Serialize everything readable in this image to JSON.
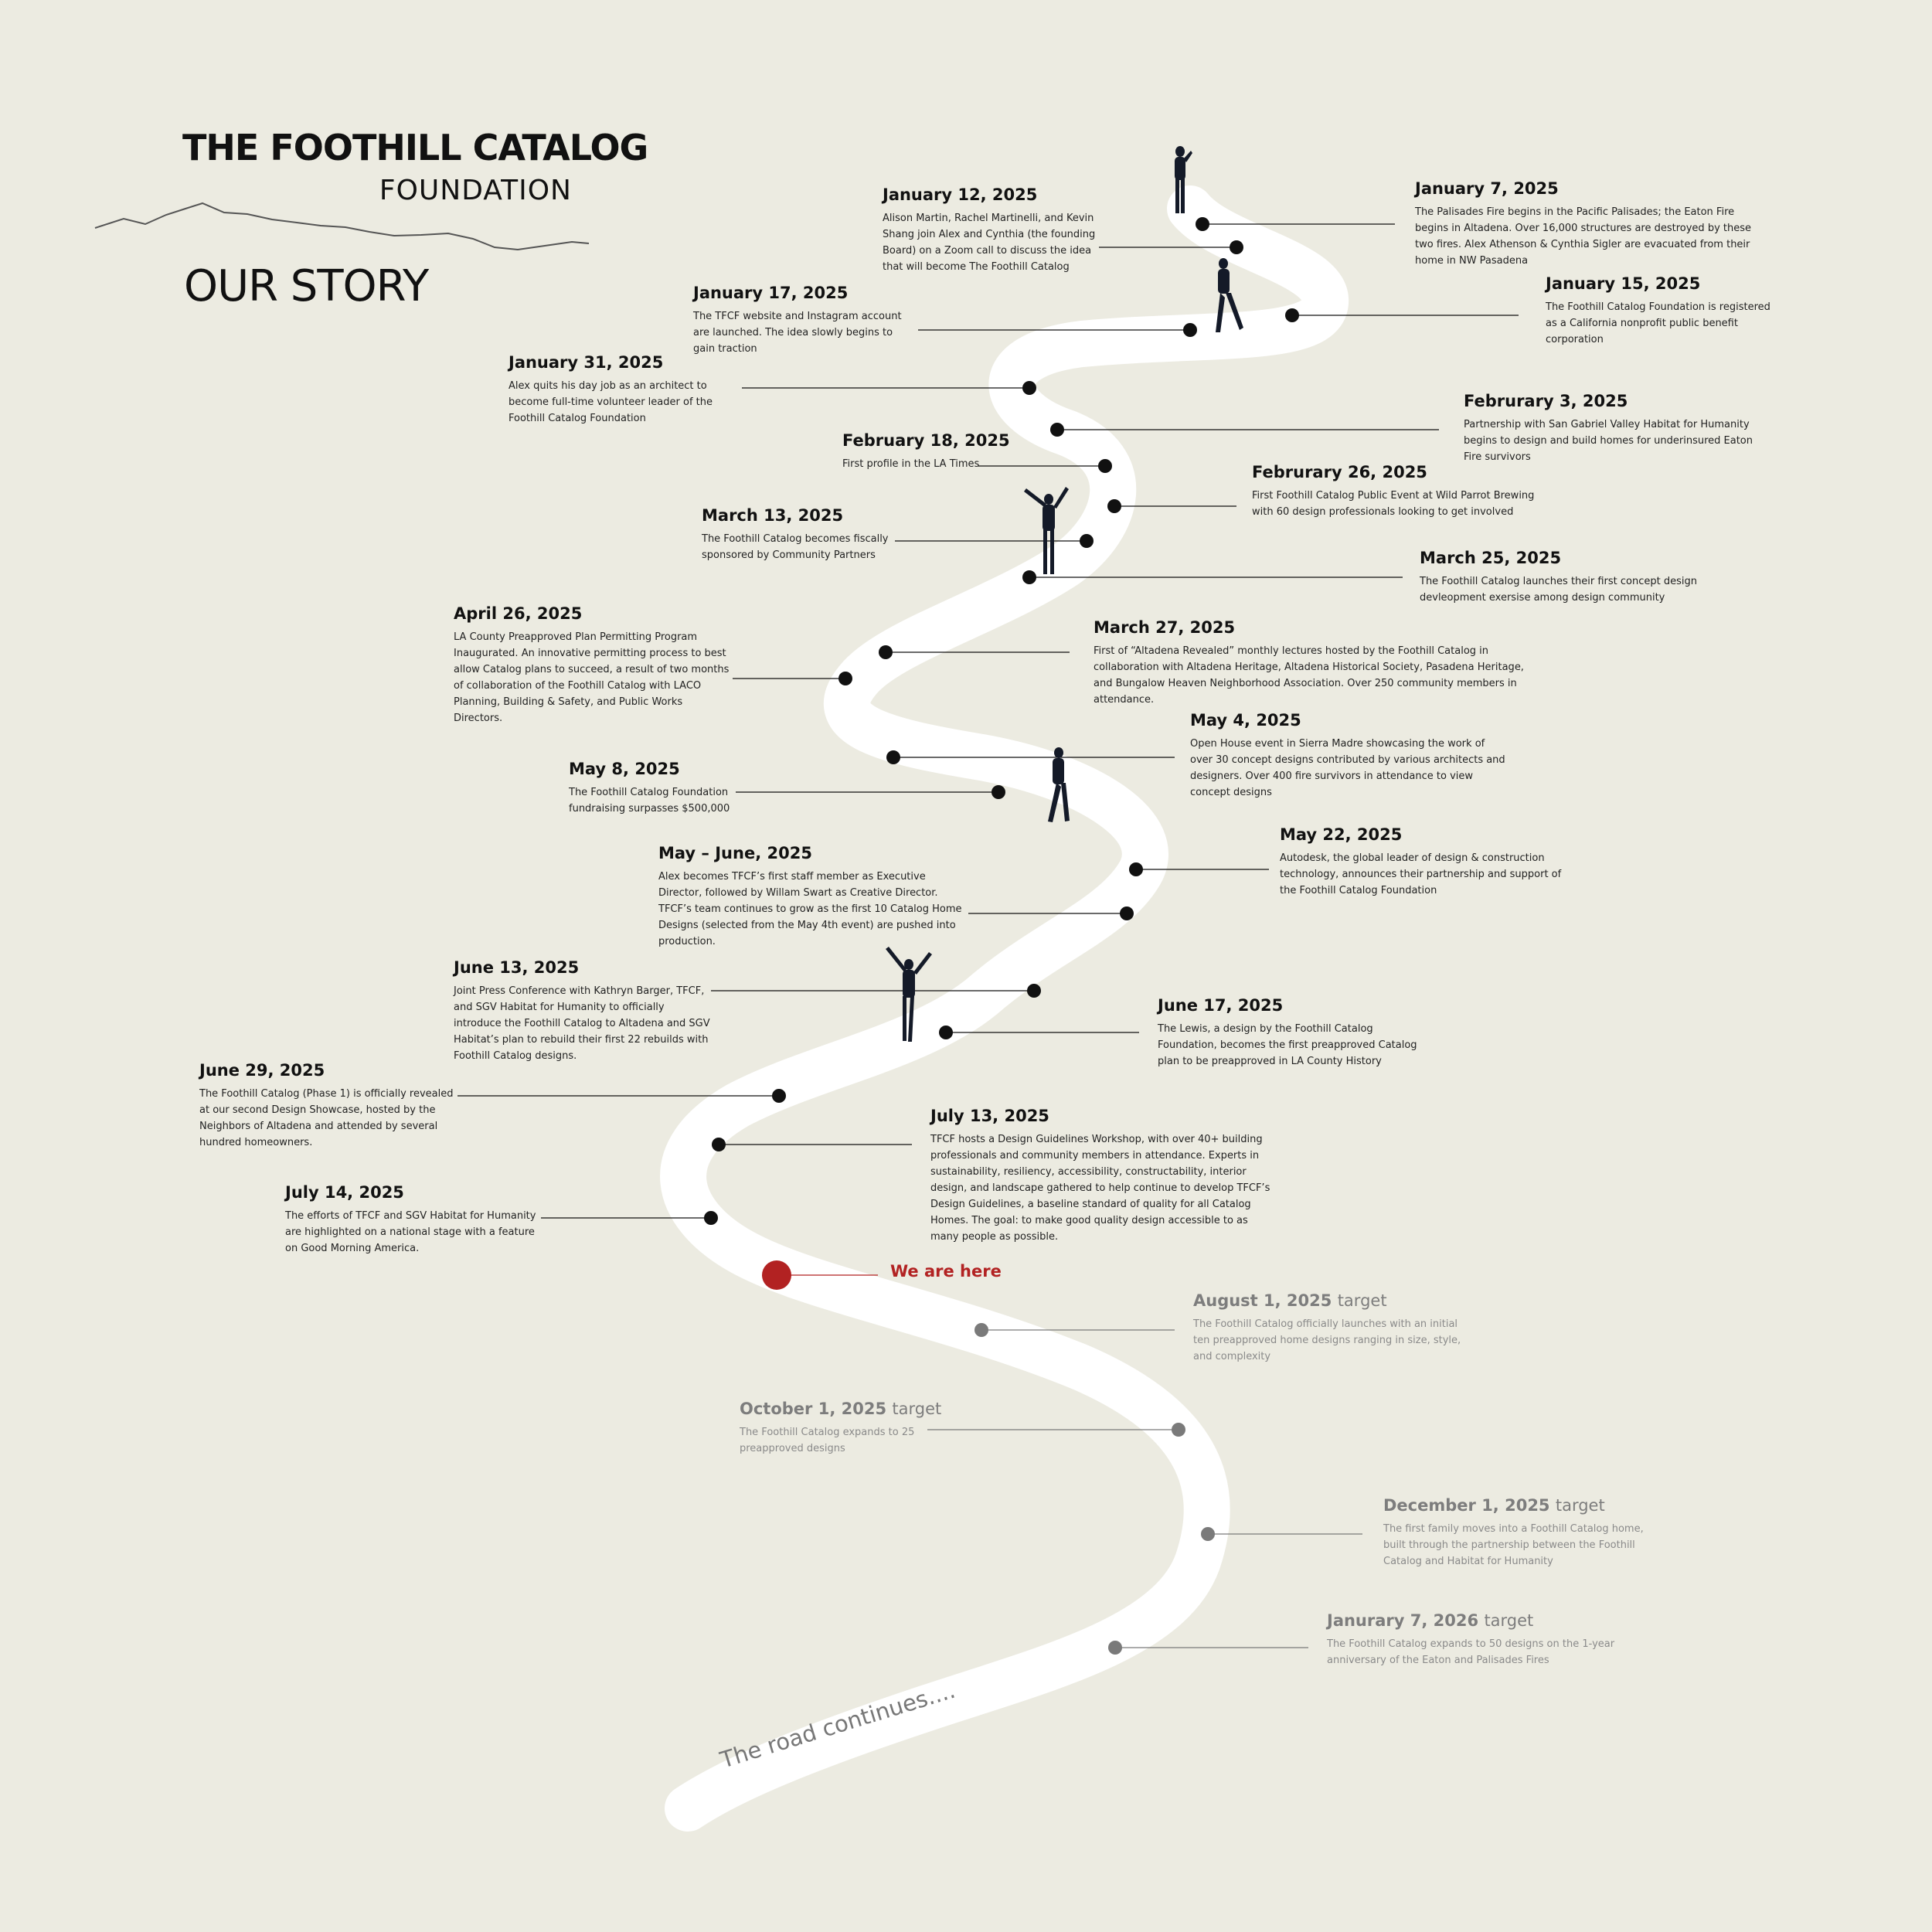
{
  "brand": {
    "title": "THE FOOTHILL CATALOG",
    "subtitle": "FOUNDATION"
  },
  "heading": "OUR STORY",
  "events": [
    {
      "id": "jan7",
      "date": "January 7, 2025",
      "desc": "The Palisades Fire begins in the Pacific Palisades; the Eaton Fire begins in Altadena. Over 16,000 structures are destroyed by these two fires. Alex Athenson & Cynthia Sigler are evacuated from their home in NW Pasadena"
    },
    {
      "id": "jan12",
      "date": "January 12, 2025",
      "desc": "Alison Martin, Rachel Martinelli, and Kevin Shang join Alex and Cynthia (the founding Board) on a Zoom call to discuss the idea that will become The Foothill Catalog"
    },
    {
      "id": "jan15",
      "date": "January 15, 2025",
      "desc": "The Foothill Catalog Foundation is registered as a California nonprofit public benefit corporation"
    },
    {
      "id": "jan17",
      "date": "January 17, 2025",
      "desc": "The TFCF website and Instagram account are launched. The idea slowly begins to gain traction"
    },
    {
      "id": "jan31",
      "date": "January 31, 2025",
      "desc": "Alex quits his day job as an architect to become full-time volunteer leader of the Foothill Catalog Foundation"
    },
    {
      "id": "feb3",
      "date": "Februrary 3, 2025",
      "desc": "Partnership with San Gabriel Valley Habitat for Humanity begins to design and build homes for underinsured Eaton Fire survivors"
    },
    {
      "id": "feb18",
      "date": "February 18, 2025",
      "desc": "First profile in the LA Times"
    },
    {
      "id": "feb26",
      "date": "Februrary 26, 2025",
      "desc": "First Foothill Catalog Public Event at Wild Parrot Brewing with 60 design professionals looking to get involved"
    },
    {
      "id": "mar13",
      "date": "March 13, 2025",
      "desc": "The Foothill Catalog becomes fiscally sponsored by Community Partners"
    },
    {
      "id": "mar25",
      "date": "March 25, 2025",
      "desc": "The Foothill Catalog launches their first concept design devleopment exersise among design community"
    },
    {
      "id": "apr26",
      "date": "April 26, 2025",
      "desc": "LA County Preapproved Plan Permitting Program Inaugurated. An innovative permitting process to best allow Catalog plans to succeed, a result of two months of collaboration of the Foothill Catalog with LACO Planning, Building & Safety, and Public Works Directors."
    },
    {
      "id": "mar27",
      "date": "March 27, 2025",
      "desc": "First of “Altadena Revealed” monthly lectures hosted by the Foothill Catalog in collaboration with Altadena Heritage, Altadena Historical Society, Pasadena Heritage, and Bungalow Heaven Neighborhood Association. Over 250 community members in attendance."
    },
    {
      "id": "may4",
      "date": "May 4, 2025",
      "desc": "Open House event in Sierra Madre showcasing the work of over 30 concept designs contributed by various architects and designers. Over 400 fire survivors in attendance to view concept designs"
    },
    {
      "id": "may8",
      "date": "May 8, 2025",
      "desc": " The Foothill Catalog Foundation fundraising surpasses $500,000"
    },
    {
      "id": "may22",
      "date": "May 22, 2025",
      "desc": "Autodesk, the global leader of design & construction technology, announces their partnership and support of the Foothill Catalog Foundation"
    },
    {
      "id": "mayjune",
      "date": "May – June, 2025",
      "desc": "Alex becomes TFCF’s first staff member as Executive Director, followed by Willam Swart as Creative Director. TFCF’s team continues to grow as the first 10 Catalog Home Designs (selected from the May 4th event) are pushed into production."
    },
    {
      "id": "jun13",
      "date": "June 13, 2025",
      "desc": "Joint Press Conference with Kathryn Barger, TFCF, and SGV Habitat for Humanity to officially introduce the Foothill Catalog to Altadena and SGV Habitat’s plan to rebuild their first 22 rebuilds with Foothill Catalog designs."
    },
    {
      "id": "jun17",
      "date": "June 17, 2025",
      "desc": "The Lewis, a design by the Foothill Catalog Foundation, becomes the first preapproved Catalog plan to be preapproved in LA County History"
    },
    {
      "id": "jun29",
      "date": "June 29, 2025",
      "desc": "The Foothill Catalog (Phase 1) is officially revealed at our second Design Showcase, hosted by the Neighbors of Altadena and attended by several hundred homeowners."
    },
    {
      "id": "jul13",
      "date": "July 13, 2025",
      "desc": "TFCF hosts a Design Guidelines Workshop, with over 40+ building professionals and community members in attendance. Experts in sustainability, resiliency, accessibility, constructability, interior design, and landscape gathered to help continue to develop TFCF’s Design Guidelines, a baseline standard of quality for all Catalog Homes. The goal: to make good quality design accessible to as many people as possible."
    },
    {
      "id": "jul14",
      "date": "July 14, 2025",
      "desc": "The efforts of TFCF and  SGV  Habitat for Humanity are highlighted on a national stage with a feature on Good Morning America."
    }
  ],
  "current": {
    "label": "We are here",
    "color": "#b22222"
  },
  "targets": [
    {
      "id": "aug1",
      "date": "August 1, 2025",
      "tag": "target",
      "desc": "The Foothill Catalog officially launches with an initial ten preapproved home designs ranging in size, style, and complexity"
    },
    {
      "id": "oct1",
      "date": "October 1, 2025",
      "tag": "target",
      "desc": "The Foothill Catalog expands to 25 preapproved designs"
    },
    {
      "id": "dec1",
      "date": "December 1, 2025",
      "tag": "target",
      "desc": "The first family moves into a Foothill Catalog home, built through the partnership between the Foothill Catalog and Habitat for Humanity"
    },
    {
      "id": "jan7_2026",
      "date": "Janurary 7, 2026",
      "tag": "target",
      "desc": "The Foothill Catalog expands to 50 designs on the 1-year anniversary of the Eaton and Palisades Fires"
    }
  ],
  "road_end": "The road continues....",
  "colors": {
    "background": "#ecebe1",
    "road": "#ffffff",
    "dot": "#111111",
    "target_dot": "#7a7a7a",
    "accent": "#b22222"
  },
  "icons": [
    "mountain-ridge-icon",
    "person-figure-icon"
  ]
}
